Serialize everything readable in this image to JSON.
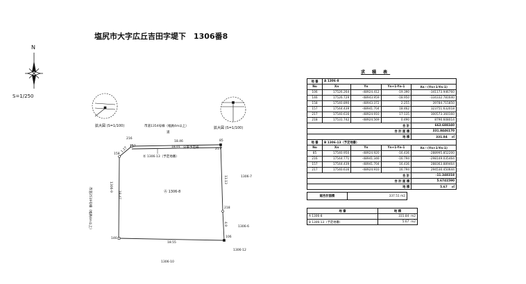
{
  "title": "塩尻市大字広丘吉田字堤下　1306番8",
  "scale": "S=1/250",
  "north": "N",
  "detail_label": "拡大図 (S=1/100)",
  "road_label": "市道1354号線（幅員4m以上）",
  "road_char": "道",
  "west_road": "市道2519号線（幅員4m以上）",
  "parcel_a": "Ⓐ 1306-8",
  "parcel_b": "Ⓑ 1306-13（予定地番）",
  "split_line": "分筆予定線",
  "neighbors": {
    "n7": "1306-7",
    "n6": "1306-6",
    "n12": "1306-12",
    "n10": "1306-10",
    "n9": "1306-9"
  },
  "points": {
    "p216": "216",
    "p157": "157",
    "p158": "158",
    "p85": "85",
    "p217": "217",
    "p218": "218",
    "p106": "106",
    "p146": "146"
  },
  "lengths": {
    "top1": "18.46",
    "top2": "18.01",
    "bottom": "18.55",
    "left": "18.47",
    "right1": "11.13",
    "right2": "4.9",
    "diag": "1.27"
  },
  "table_title": "求 積 表",
  "cols": [
    "No",
    "Xn",
    "Yn",
    "Yn+1-Yn-1",
    "Xn・(Yn+1-Yn-1)"
  ],
  "lot_label": "地 番",
  "table_a": {
    "lot": "A 1306-8",
    "rows": [
      [
        "106",
        "17526.264",
        "-48924.412",
        "-19.390",
        "-341173.946760"
      ],
      [
        "146",
        "17526.729",
        "-48943.959",
        "-18.950",
        "-334332.781640"
      ],
      [
        "158",
        "17540.890",
        "-48943.372",
        "2.255",
        "39784.715850"
      ],
      [
        "157",
        "17544.439",
        "-48941.704",
        "18.462",
        "323751.632018"
      ],
      [
        "217",
        "17540.616",
        "-48924.910",
        "17.135",
        "300573.360160"
      ],
      [
        "218",
        "17531.742",
        "-48924.569",
        "0.490",
        "8790.608014"
      ]
    ],
    "sum_label": "合 計",
    "sum": "663.688340",
    "double_label": "合 計 面 積",
    "double": "331.8446170",
    "area_label": "地 積",
    "area": "331.84",
    "unit": "㎡"
  },
  "table_b": {
    "lot": "B 1306-13（予定地番）",
    "rows": [
      [
        "85",
        "17540.950",
        "-48924.920",
        "-16.436",
        "-288995.852200"
      ],
      [
        "216",
        "17544.771",
        "-48941.346",
        "-16.794",
        "-298149.035464"
      ],
      [
        "157",
        "17544.439",
        "-48941.704",
        "16.436",
        "288363.889464"
      ],
      [
        "217",
        "17540.616",
        "-48924.910",
        "16.794",
        "294530.450644"
      ]
    ],
    "sum_label": "合 計",
    "sum": "-11.348318",
    "double_label": "合 計 面 積",
    "double": "5.6741590",
    "area_label": "地 積",
    "area": "5.67",
    "unit": "㎡"
  },
  "total": {
    "label": "総合計面積",
    "value": "337.51",
    "unit": "m2"
  },
  "summary": {
    "h1": "地 番",
    "h2": "地 積",
    "rows": [
      [
        "A 1306-8",
        "331.84",
        "m2"
      ],
      [
        "B 1306-13（予定地番）",
        "5.67",
        "m2"
      ]
    ]
  }
}
